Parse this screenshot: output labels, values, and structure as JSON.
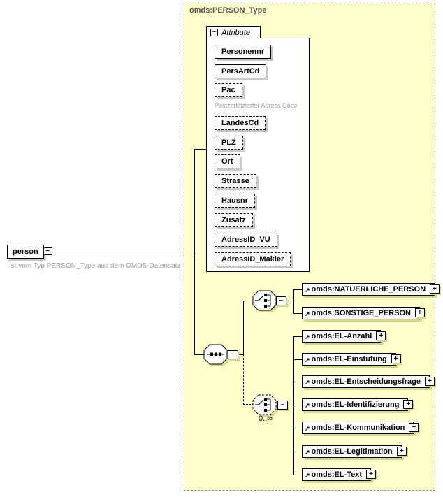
{
  "container": {
    "label": "omds:PERSON_Type"
  },
  "root": {
    "label": "person",
    "annotation": "Ist vom Typ PERSON_Type aus dem OMDS-Datensatz"
  },
  "attributes": {
    "tab_label": "Attribute",
    "items": [
      {
        "name": "Personennr",
        "optional": false
      },
      {
        "name": "PersArtCd",
        "optional": false
      },
      {
        "name": "Pac",
        "optional": true,
        "note": "Postzertifizierter Adress Code"
      },
      {
        "name": "LandesCd",
        "optional": true
      },
      {
        "name": "PLZ",
        "optional": true
      },
      {
        "name": "Ort",
        "optional": true
      },
      {
        "name": "Strasse",
        "optional": true
      },
      {
        "name": "Hausnr",
        "optional": true
      },
      {
        "name": "Zusatz",
        "optional": true
      },
      {
        "name": "AdressID_VU",
        "optional": true
      },
      {
        "name": "AdressID_Makler",
        "optional": true
      }
    ]
  },
  "choice_top": {
    "elements": [
      {
        "label": "omds:NATUERLICHE_PERSON"
      },
      {
        "label": "omds:SONSTIGE_PERSON"
      }
    ]
  },
  "choice_bottom": {
    "occurrence": "0..∞",
    "elements": [
      {
        "label": "omds:EL-Anzahl"
      },
      {
        "label": "omds:EL-Einstufung"
      },
      {
        "label": "omds:EL-Entscheidungsfrage"
      },
      {
        "label": "omds:EL-Identifizierung"
      },
      {
        "label": "omds:EL-Kommunikation"
      },
      {
        "label": "omds:EL-Legitimation"
      },
      {
        "label": "omds:EL-Text"
      }
    ]
  },
  "icons": {
    "collapse_glyph": "−",
    "expand_glyph": "+",
    "reference_glyph": "↗"
  },
  "colors": {
    "container_fill": "#FFFFCC",
    "container_border": "#8C8C8C",
    "container_label": "#555555",
    "box_shadow": "#C8C8C8",
    "annotation_text": "#9A9A9A",
    "line": "#000000"
  }
}
